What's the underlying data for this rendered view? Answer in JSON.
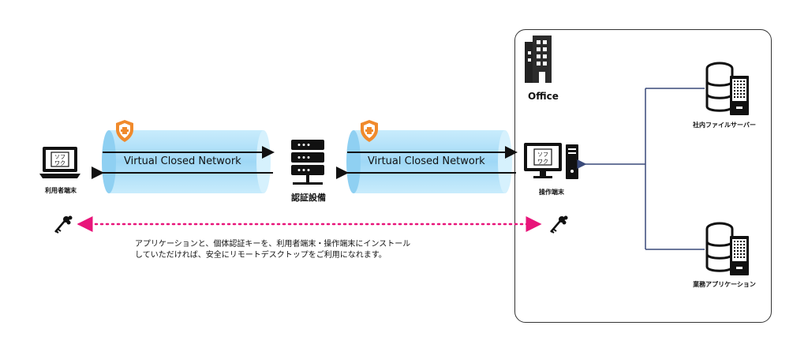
{
  "office": {
    "label": "Office"
  },
  "tunnels": {
    "left_label": "Virtual Closed Network",
    "right_label": "Virtual Closed Network"
  },
  "devices": {
    "user_terminal_label": "利用者端末",
    "auth_server_label": "認証設備",
    "operation_terminal_label": "操作端末",
    "file_server_label": "社内ファイルサーバー",
    "business_app_label": "業務アプリケーション",
    "screen_logo_text": "ソフワク"
  },
  "note": {
    "line1": "アプリケーションと、個体認証キーを、利用者端末・操作端末にインストール",
    "line2": "していただければ、安全にリモートデスクトップをご利用になれます。"
  },
  "colors": {
    "tunnel": "#a8dcf8",
    "shield": "#f08a2c",
    "key_link": "#e8157a",
    "connector": "#3a4a7a"
  }
}
